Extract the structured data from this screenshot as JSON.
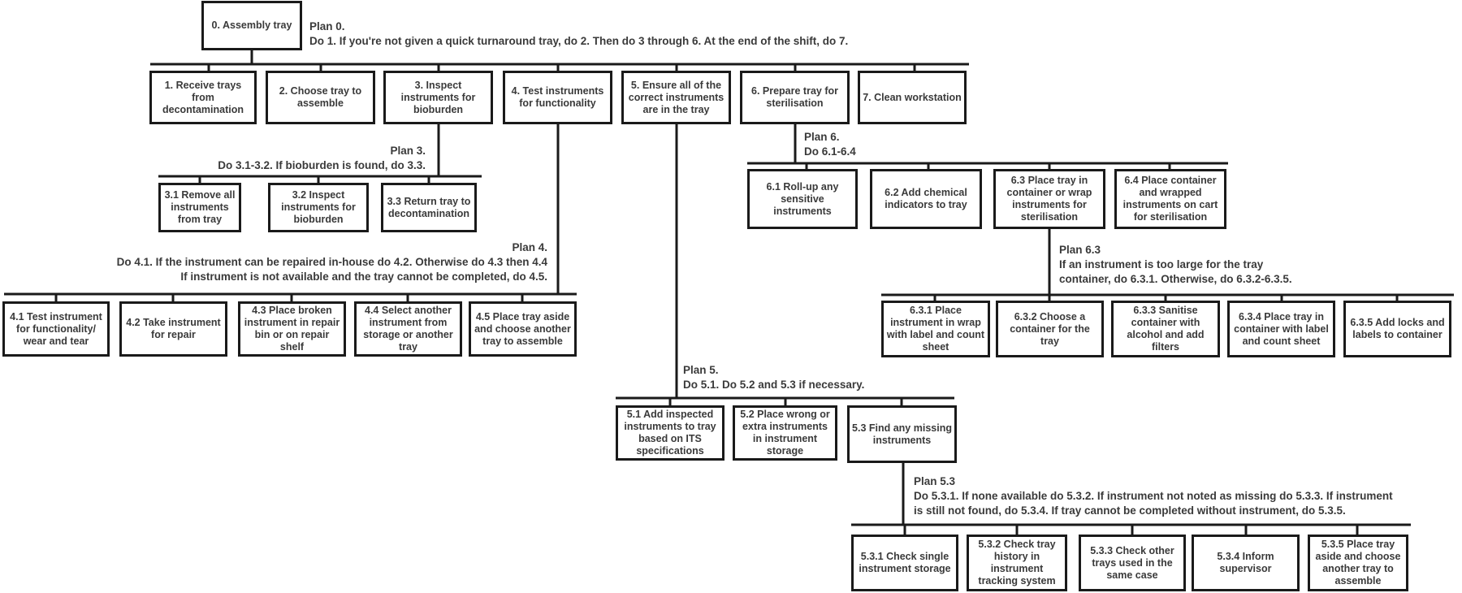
{
  "nodes": {
    "n0": "0. Assembly tray",
    "n1": "1. Receive trays from decontamination",
    "n2": "2. Choose tray to assemble",
    "n3": "3. Inspect instruments for bioburden",
    "n4": "4. Test instruments for functionality",
    "n5": "5. Ensure all of the correct instruments are in the tray",
    "n6": "6. Prepare tray for sterilisation",
    "n7": "7. Clean workstation",
    "n3_1": "3.1 Remove all instruments from tray",
    "n3_2": "3.2 Inspect instruments for bioburden",
    "n3_3": "3.3 Return tray to decontamination",
    "n4_1": "4.1 Test instrument for functionality/ wear and tear",
    "n4_2": "4.2 Take instrument for repair",
    "n4_3": "4.3 Place broken instrument in repair bin or on repair shelf",
    "n4_4": "4.4 Select another instrument from storage or another tray",
    "n4_5": "4.5 Place tray aside and choose another tray to assemble",
    "n5_1": "5.1 Add inspected instruments to tray based on ITS specifications",
    "n5_2": "5.2 Place wrong or extra instruments in instrument storage",
    "n5_3": "5.3 Find any missing instruments",
    "n5_3_1": "5.3.1 Check single instrument storage",
    "n5_3_2": "5.3.2 Check tray history in instrument tracking system",
    "n5_3_3": "5.3.3 Check other trays used in the same case",
    "n5_3_4": "5.3.4 Inform supervisor",
    "n5_3_5": "5.3.5 Place tray aside and choose another tray to assemble",
    "n6_1": "6.1 Roll-up any sensitive instruments",
    "n6_2": "6.2 Add chemical indicators to tray",
    "n6_3": "6.3 Place tray in container or wrap instruments for sterilisation",
    "n6_4": "6.4 Place container and wrapped instruments on cart for sterilisation",
    "n6_3_1": "6.3.1 Place instrument in wrap with label and count sheet",
    "n6_3_2": "6.3.2 Choose a container for the tray",
    "n6_3_3": "6.3.3 Sanitise container with alcohol and add filters",
    "n6_3_4": "6.3.4 Place tray in container with label and count sheet",
    "n6_3_5": "6.3.5 Add locks and labels to container"
  },
  "plans": {
    "p0": {
      "title": "Plan 0.",
      "lines": [
        "Do 1. If you're not given a quick turnaround tray, do 2. Then do 3 through 6. At the end of the shift, do 7."
      ]
    },
    "p3": {
      "title": "Plan 3.",
      "lines": [
        "Do 3.1-3.2. If bioburden is found, do 3.3."
      ]
    },
    "p4": {
      "title": "Plan 4.",
      "lines": [
        "Do 4.1. If the instrument can be repaired in-house do 4.2. Otherwise do 4.3 then 4.4",
        "If instrument is not available and the tray cannot be completed, do 4.5."
      ]
    },
    "p5": {
      "title": "Plan 5.",
      "lines": [
        "Do 5.1. Do 5.2 and 5.3 if necessary."
      ]
    },
    "p5_3": {
      "title": "Plan 5.3",
      "lines": [
        "Do 5.3.1. If none available do 5.3.2. If instrument not noted as missing do 5.3.3. If instrument",
        "is still not found, do 5.3.4. If tray cannot be completed without instrument, do 5.3.5."
      ]
    },
    "p6": {
      "title": "Plan 6.",
      "lines": [
        "Do 6.1-6.4"
      ]
    },
    "p6_3": {
      "title": "Plan 6.3",
      "lines": [
        "If an instrument is too large for the tray",
        "container,  do 6.3.1.  Otherwise, do 6.3.2-6.3.5."
      ]
    }
  }
}
